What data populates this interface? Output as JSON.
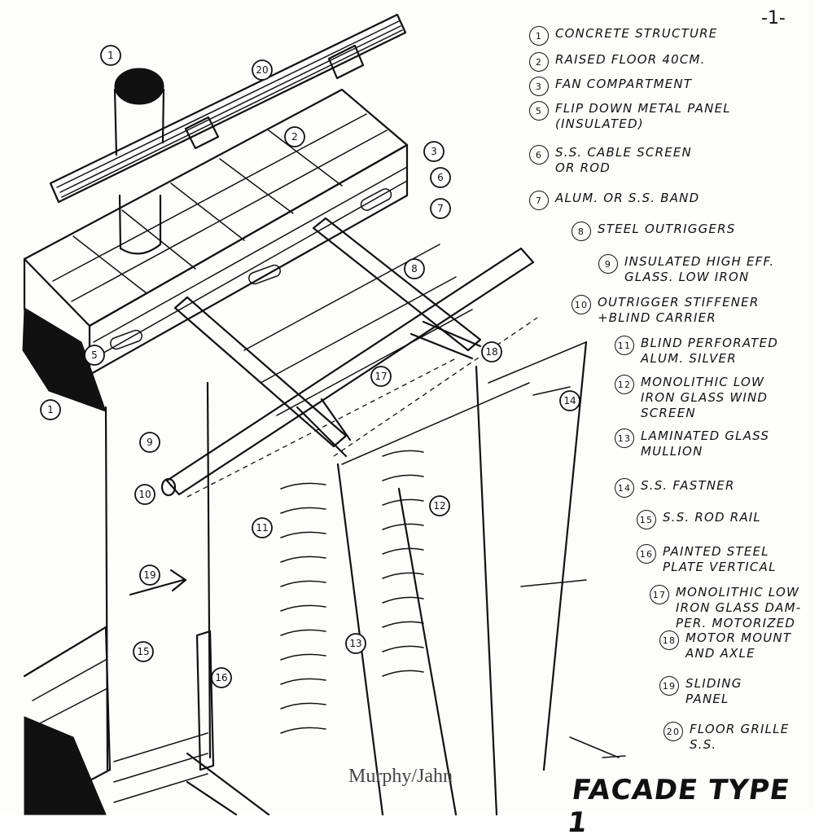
{
  "page_number": "-1-",
  "title": "FACADE TYPE 1",
  "watermark": "Murphy/Jahn",
  "legend": [
    {
      "num": "1",
      "text": "CONCRETE STRUCTURE"
    },
    {
      "num": "2",
      "text": "RAISED FLOOR 40cm."
    },
    {
      "num": "3",
      "text": "FAN COMPARTMENT"
    },
    {
      "num": "5",
      "text": "FLIP DOWN METAL PANEL\n(INSULATED)"
    },
    {
      "num": "6",
      "text": "S.S. CABLE SCREEN\nOR ROD"
    },
    {
      "num": "7",
      "text": "ALUM. OR S.S. BAND"
    },
    {
      "num": "8",
      "text": "STEEL OUTRIGGERS"
    },
    {
      "num": "9",
      "text": "INSULATED HIGH EFF.\nGLASS. LOW IRON"
    },
    {
      "num": "10",
      "text": "OUTRIGGER STIFFENER\n+BLIND CARRIER"
    },
    {
      "num": "11",
      "text": "BLIND PERFORATED\nALUM. SILVER"
    },
    {
      "num": "12",
      "text": "MONOLITHIC LOW\nIRON GLASS WIND\nSCREEN"
    },
    {
      "num": "13",
      "text": "LAMINATED GLASS\nMULLION"
    },
    {
      "num": "14",
      "text": "S.S. FASTNER"
    },
    {
      "num": "15",
      "text": "S.S. ROD RAIL"
    },
    {
      "num": "16",
      "text": "PAINTED STEEL\nPLATE VERTICAL"
    },
    {
      "num": "17",
      "text": "MONOLITHIC LOW\nIRON GLASS DAM-\nPER. MOTORIZED"
    },
    {
      "num": "18",
      "text": "MOTOR MOUNT\nAND AXLE"
    },
    {
      "num": "19",
      "text": "SLIDING\nPANEL"
    },
    {
      "num": "20",
      "text": "FLOOR GRILLE\nS.S."
    }
  ],
  "callouts": [
    "1",
    "20",
    "2",
    "3",
    "6",
    "7",
    "8",
    "5",
    "1",
    "18",
    "17",
    "14",
    "9",
    "10",
    "11",
    "12",
    "19",
    "15",
    "16",
    "13"
  ]
}
